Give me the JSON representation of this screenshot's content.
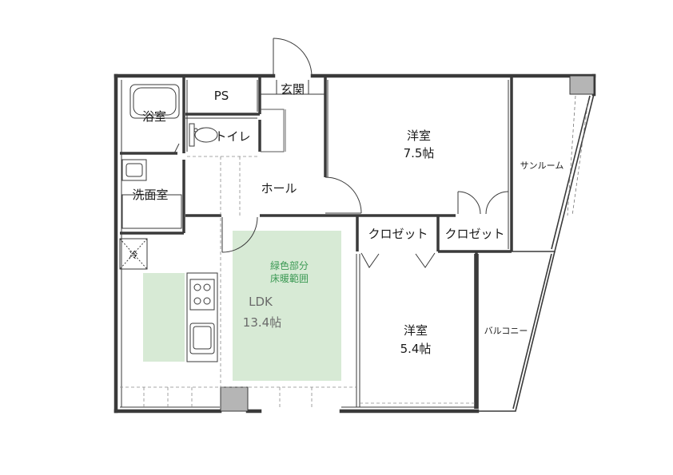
{
  "rooms": {
    "bath": "浴室",
    "ps": "PS",
    "entrance": "玄関",
    "toilet": "トイレ",
    "washroom": "洗面室",
    "hall": "ホール",
    "western1_name": "洋室",
    "western1_size": "7.5帖",
    "sunroom": "サンルーム",
    "closet1": "クロゼット",
    "closet2": "クロゼット",
    "fridge": "冷",
    "heating_line1": "緑色部分",
    "heating_line2": "床暖範囲",
    "ldk_name": "LDK",
    "ldk_size": "13.4帖",
    "western2_name": "洋室",
    "western2_size": "5.4帖",
    "balcony": "バルコニー"
  },
  "colors": {
    "wall": "#3a3a3a",
    "floor_heating": "#d7ead5",
    "pillar": "#b5b5b5",
    "label_green": "#3d9a55"
  }
}
